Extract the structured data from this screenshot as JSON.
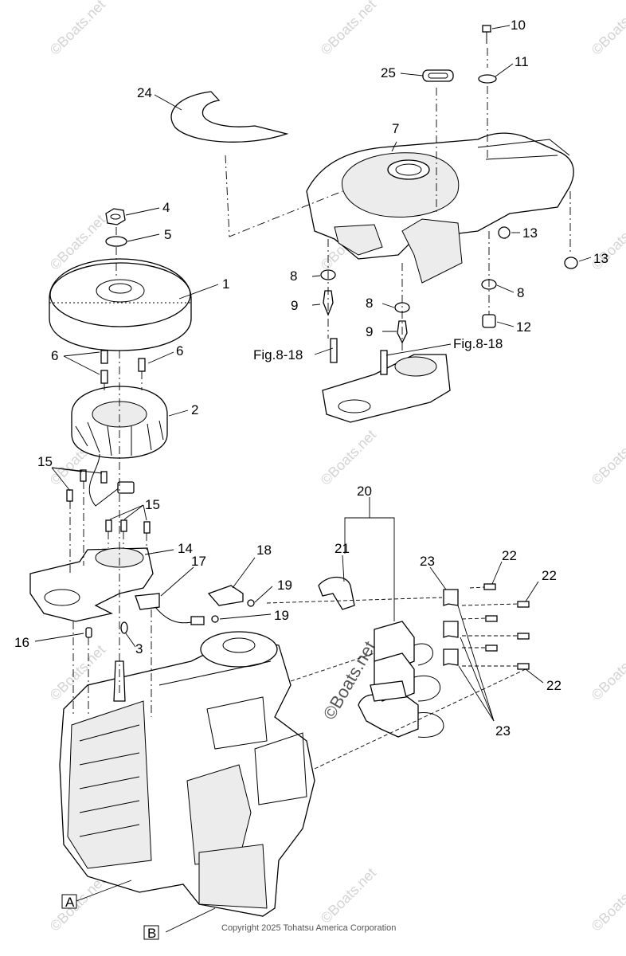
{
  "watermark": "©Boats.net",
  "copyright": "Copyright 2025 Tohatsu America Corporation",
  "callouts": {
    "c1": "1",
    "c2": "2",
    "c3": "3",
    "c4": "4",
    "c5": "5",
    "c6a": "6",
    "c6b": "6",
    "c7": "7",
    "c8a": "8",
    "c8b": "8",
    "c8c": "8",
    "c9a": "9",
    "c9b": "9",
    "c10": "10",
    "c11": "11",
    "c12": "12",
    "c13a": "13",
    "c13b": "13",
    "c14": "14",
    "c15a": "15",
    "c15b": "15",
    "c16": "16",
    "c17": "17",
    "c18": "18",
    "c19a": "19",
    "c19b": "19",
    "c20": "20",
    "c21": "21",
    "c22a": "22",
    "c22b": "22",
    "c22c": "22",
    "c23a": "23",
    "c23b": "23",
    "c24": "24",
    "c25": "25"
  },
  "figure_refs": {
    "ref_left": "Fig.8-18",
    "ref_right": "Fig.8-18"
  },
  "box_labels": {
    "a": "A",
    "b": "B"
  }
}
